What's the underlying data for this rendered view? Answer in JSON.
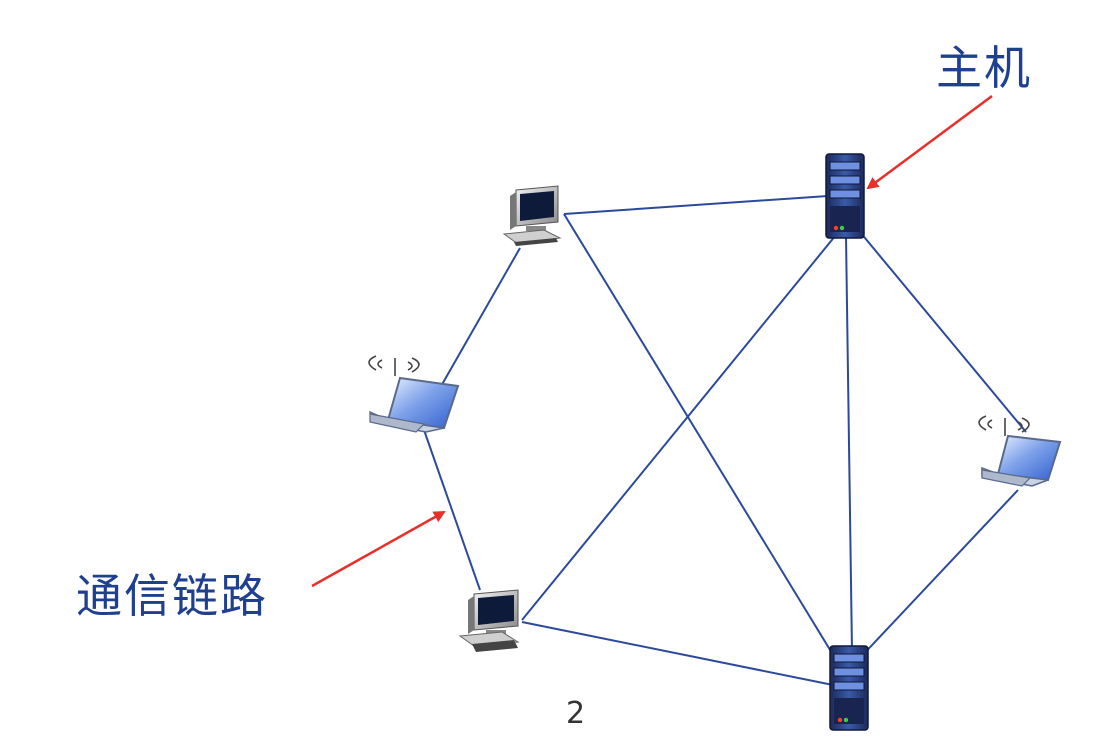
{
  "labels": {
    "host": "主机",
    "link": "通信链路",
    "partial": "2"
  },
  "colors": {
    "link_line": "#2b4a9a",
    "annotation_arrow": "#e8302a",
    "label_text": "#1f3f8f",
    "server_body": "#2a3f7a",
    "laptop_screen": "#3f6fd1"
  },
  "nodes": [
    {
      "id": "desktop-top",
      "type": "desktop"
    },
    {
      "id": "laptop-left",
      "type": "wireless-laptop"
    },
    {
      "id": "desktop-bottom",
      "type": "desktop"
    },
    {
      "id": "server-top",
      "type": "server"
    },
    {
      "id": "server-bottom",
      "type": "server"
    },
    {
      "id": "laptop-right",
      "type": "wireless-laptop"
    }
  ],
  "links": [
    [
      "desktop-top",
      "server-top"
    ],
    [
      "desktop-top",
      "server-bottom"
    ],
    [
      "desktop-top",
      "laptop-left"
    ],
    [
      "laptop-left",
      "desktop-bottom"
    ],
    [
      "desktop-bottom",
      "server-top"
    ],
    [
      "desktop-bottom",
      "server-bottom"
    ],
    [
      "server-top",
      "server-bottom"
    ],
    [
      "server-top",
      "laptop-right"
    ],
    [
      "laptop-right",
      "server-bottom"
    ]
  ]
}
